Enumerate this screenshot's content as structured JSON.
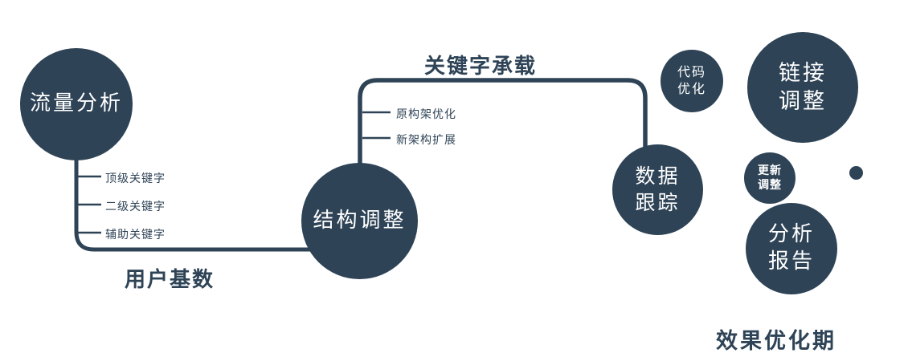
{
  "colors": {
    "primary": "#2e4356",
    "text_on_node": "#ffffff",
    "background": "#ffffff"
  },
  "nodes": {
    "traffic_analysis": {
      "label": "流量分析"
    },
    "structure_adjust": {
      "label": "结构调整"
    },
    "data_tracking": {
      "line1": "数据",
      "line2": "跟踪"
    },
    "code_optimization": {
      "line1": "代码",
      "line2": "优化"
    },
    "link_adjustment": {
      "line1": "链接",
      "line2": "调整"
    },
    "update_adjustment": {
      "line1": "更新",
      "line2": "调整"
    },
    "analysis_report": {
      "line1": "分析",
      "line2": "报告"
    }
  },
  "edge_labels": {
    "user_base": "用户基数",
    "keyword_carry": "关键字承载"
  },
  "branch_labels": {
    "left": [
      "顶级关键字",
      "二级关键字",
      "辅助关键字"
    ],
    "mid": [
      "原构架优化",
      "新架构扩展"
    ]
  },
  "caption": "效果优化期"
}
